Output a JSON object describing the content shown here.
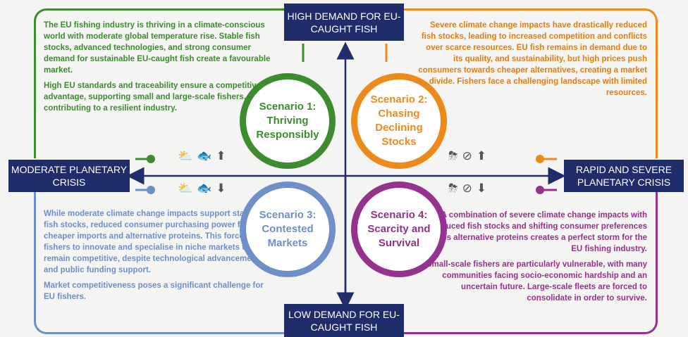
{
  "axes": {
    "top_label": "HIGH DEMAND FOR EU-CAUGHT FISH",
    "bottom_label": "LOW DEMAND FOR EU-CAUGHT FISH",
    "left_label": "MODERATE PLANETARY CRISIS",
    "right_label": "RAPID AND SEVERE PLANETARY CRISIS"
  },
  "scenarios": [
    {
      "title": "Scenario 1: Thriving Responsibly",
      "color": "#3d8c2f",
      "paragraphs": [
        "The EU fishing industry is thriving in a climate-conscious world with moderate global temperature rise. Stable fish stocks, advanced technologies, and strong consumer demand for sustainable EU-caught fish create a favourable market.",
        "High EU standards and traceability ensure a competitive advantage, supporting small and large-scale fishers, contributing to a resilient industry."
      ],
      "icons": [
        "sun-cloud-icon",
        "healthy-fish-icon",
        "demand-up-icon"
      ]
    },
    {
      "title": "Scenario 2: Chasing Declining Stocks",
      "color": "#ec8a1c",
      "paragraphs": [
        "Severe climate change impacts have drastically reduced fish stocks, leading to increased competition and conflicts over scarce resources. EU fish remains in demand due to its quality, and sustainability, but high prices push consumers towards cheaper alternatives, creating a market divide. Fishers face a challenging landscape with limited resources."
      ],
      "icons": [
        "storm-thermometer-icon",
        "no-fish-icon",
        "demand-up-icon"
      ]
    },
    {
      "title": "Scenario 3: Contested Markets",
      "color": "#6f8fc9",
      "paragraphs": [
        "While moderate climate change impacts support stable fish stocks, reduced consumer purchasing power favours cheaper imports and alternative proteins. This forces EU fishers to innovate and specialise in niche markets to remain competitive, despite technological advancements and public funding support.",
        "Market competitiveness poses a significant challenge for EU fishers."
      ],
      "icons": [
        "sun-cloud-icon",
        "healthy-fish-icon",
        "demand-down-icon"
      ]
    },
    {
      "title": "Scenario 4: Scarcity and Survival",
      "color": "#96318d",
      "paragraphs": [
        "A combination of severe climate change impacts with reduced fish stocks and shifting consumer preferences towards alternative proteins creates a perfect storm for the EU fishing industry.",
        "Small-scale fishers are particularly vulnerable, with many communities facing socio-economic hardship and an uncertain future. Large-scale fleets are forced to consolidate in order to survive."
      ],
      "icons": [
        "storm-thermometer-icon",
        "no-fish-icon",
        "demand-down-icon"
      ]
    }
  ],
  "colors": {
    "navy": "#1f2d6b",
    "green": "#3d8c2f",
    "orange": "#ec8a1c",
    "blue": "#6f8fc9",
    "purple": "#96318d"
  }
}
